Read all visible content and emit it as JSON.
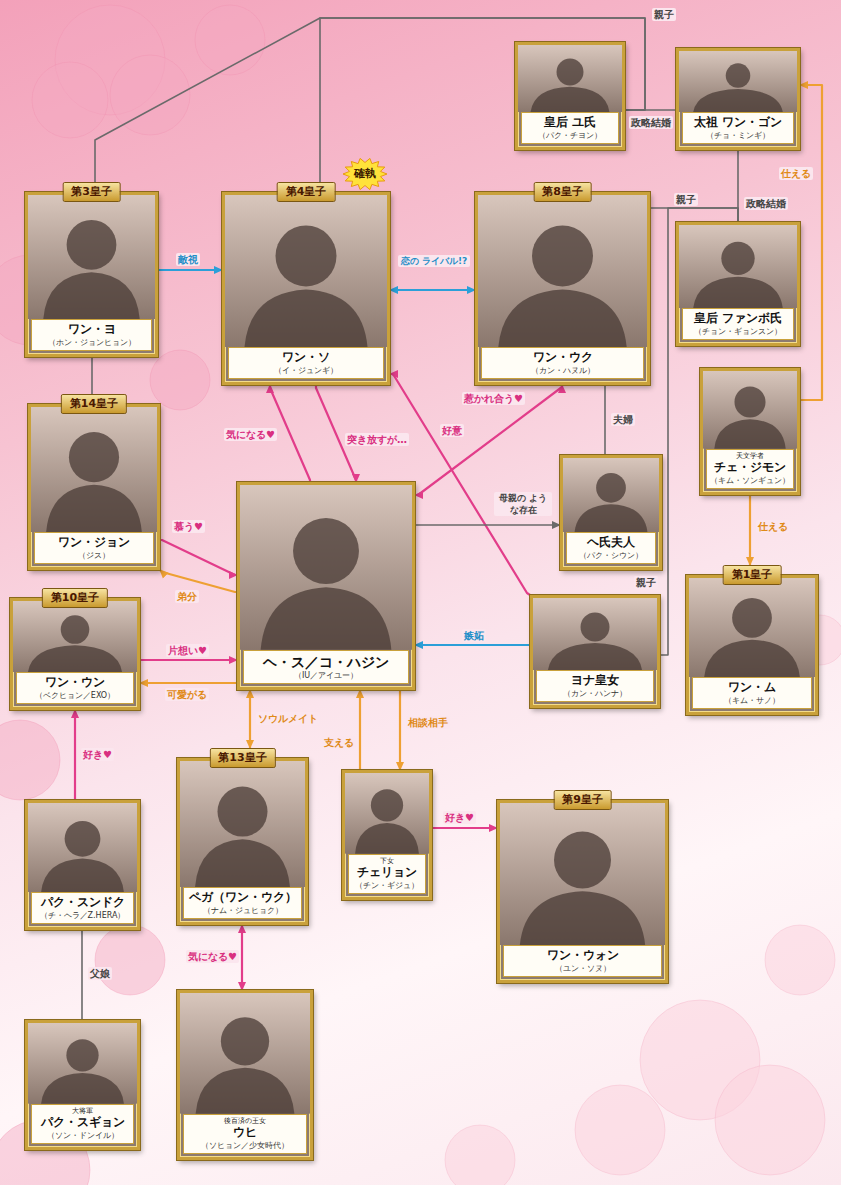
{
  "diagram": {
    "nodes": [
      {
        "text": [
          "皇后 ユ氏",
          "（パク・チヨン）"
        ]
      },
      {
        "text": [
          "太祖 ワン・ゴン",
          "（チョ・ミンギ）"
        ]
      },
      {
        "text": [
          "第3皇子",
          "ワン・ヨ",
          "（ホン・ジョンヒョン）"
        ]
      },
      {
        "text": [
          "第4皇子",
          "ワン・ソ",
          "（イ・ジュンギ）"
        ]
      },
      {
        "text": [
          "第8皇子",
          "ワン・ウク",
          "（カン・ハヌル）"
        ]
      },
      {
        "text": [
          "皇后 ファンボ氏",
          "（チョン・ギョンスン）"
        ]
      },
      {
        "text": [
          "天文学者",
          "チェ・ジモン",
          "（キム・ソンギュン）"
        ]
      },
      {
        "text": [
          "第14皇子",
          "ワン・ジョン",
          "（ジス）"
        ]
      },
      {
        "text": [
          "ヘ・ス／コ・ハジン",
          "（IU／アイユー）"
        ]
      },
      {
        "text": [
          "ヘ氏夫人",
          "（パク・シウン）"
        ]
      },
      {
        "text": [
          "第10皇子",
          "ワン・ウン",
          "（ベクヒョン／EXO）"
        ]
      },
      {
        "text": [
          "ヨナ皇女",
          "（カン・ハンナ）"
        ]
      },
      {
        "text": [
          "第1皇子",
          "ワン・ム",
          "（キム・サノ）"
        ]
      },
      {
        "text": [
          "パク・スンドク",
          "（チ・ヘラ／Z.HERA）"
        ]
      },
      {
        "text": [
          "第13皇子",
          "ペガ（ワン・ウク）",
          "（ナム・ジュヒョク）"
        ]
      },
      {
        "text": [
          "下女",
          "チェリョン",
          "（チン・ギジュ）"
        ]
      },
      {
        "text": [
          "第9皇子",
          "ワン・ウォン",
          "（ユン・ソヌ）"
        ]
      },
      {
        "text": [
          "大将軍",
          "パク・スギョン",
          "（ソン・ドンイル）"
        ]
      },
      {
        "text": [
          "後百済の王女",
          "ウヒ",
          "（ソヒョン／少女時代）"
        ]
      }
    ],
    "edges": [
      {
        "from": 0,
        "to": 2,
        "label": "親子",
        "arrow": "none"
      },
      {
        "from": 0,
        "to": 3,
        "arrow": "none"
      },
      {
        "from": 2,
        "to": 7,
        "arrow": "none"
      },
      {
        "from": 0,
        "to": 1,
        "label": "政略結婚",
        "arrow": "none"
      },
      {
        "from": 1,
        "to": 5,
        "label": "政略結婚",
        "arrow": "none"
      },
      {
        "from": 5,
        "to": 4,
        "label": "親子",
        "arrow": "none"
      },
      {
        "from": 5,
        "to": 11,
        "label": "親子",
        "arrow": "none"
      },
      {
        "from": 4,
        "to": 9,
        "label": "夫婦",
        "arrow": "none"
      },
      {
        "from": 6,
        "to": 1,
        "label": "仕える",
        "arrow": "to"
      },
      {
        "from": 6,
        "to": 12,
        "label": "仕える",
        "arrow": "to"
      },
      {
        "from": 2,
        "to": 3,
        "label": "敵視",
        "arrow": "to"
      },
      {
        "from": 3,
        "to": 4,
        "label": "恋の ライバル!?",
        "arrow": "both"
      },
      {
        "from": 8,
        "to": 3,
        "label": "気になる♥",
        "arrow": "to"
      },
      {
        "from": 3,
        "to": 8,
        "label": "突き放すが…",
        "arrow": "to"
      },
      {
        "from": 11,
        "to": 3,
        "label": "好意",
        "arrow": "to"
      },
      {
        "from": 8,
        "to": 4,
        "label": "惹かれ合う♥",
        "arrow": "both"
      },
      {
        "from": 11,
        "to": 8,
        "label": "嫉妬",
        "arrow": "to"
      },
      {
        "from": 8,
        "to": 9,
        "label": "母親の ような存在",
        "arrow": "to"
      },
      {
        "from": 7,
        "to": 8,
        "label": "慕う♥",
        "arrow": "to"
      },
      {
        "from": 8,
        "to": 7,
        "label": "弟分",
        "arrow": "to"
      },
      {
        "from": 10,
        "to": 8,
        "label": "片想い♥",
        "arrow": "to"
      },
      {
        "from": 8,
        "to": 10,
        "label": "可愛がる",
        "arrow": "to"
      },
      {
        "from": 8,
        "to": 14,
        "label": "ソウルメイト",
        "arrow": "both"
      },
      {
        "from": 15,
        "to": 8,
        "label": "支える",
        "arrow": "to"
      },
      {
        "from": 8,
        "to": 15,
        "label": "相談相手",
        "arrow": "to"
      },
      {
        "from": 15,
        "to": 16,
        "label": "好き♥",
        "arrow": "to"
      },
      {
        "from": 13,
        "to": 10,
        "label": "好き♥",
        "arrow": "to"
      },
      {
        "from": 13,
        "to": 17,
        "label": "父娘",
        "arrow": "none"
      },
      {
        "from": 14,
        "to": 18,
        "label": "気になる♥",
        "arrow": "both"
      }
    ],
    "labels": [
      "確執"
    ]
  }
}
